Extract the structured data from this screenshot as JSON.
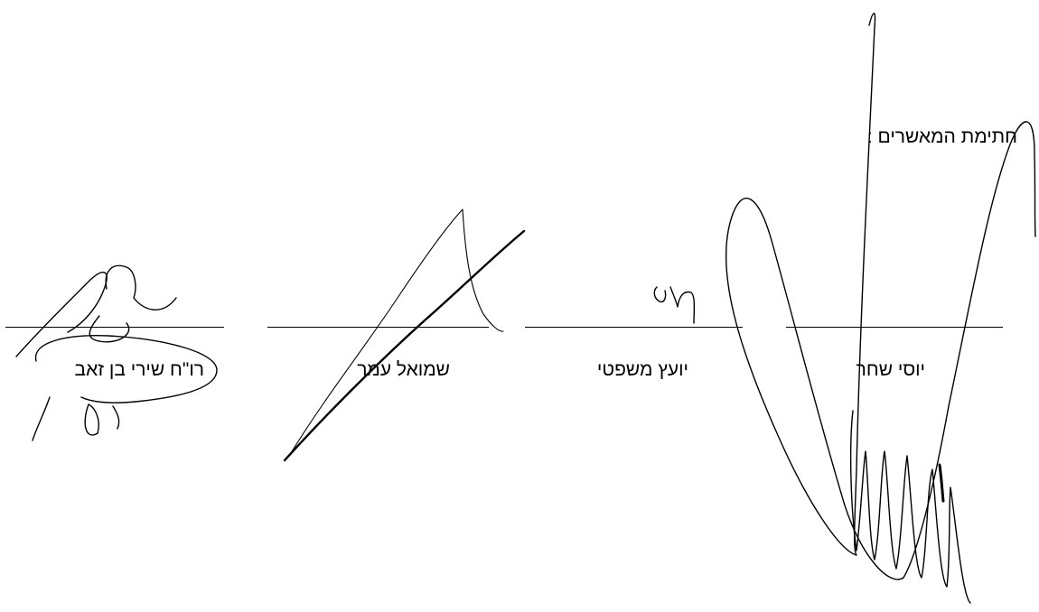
{
  "header": {
    "title": "חתימת המאשרים :"
  },
  "signatories": [
    {
      "name": "יוסי שחר"
    },
    {
      "name": "יועץ משפטי"
    },
    {
      "name": "שמואל עמר"
    },
    {
      "name": "רו\"ח שירי בן זאב"
    }
  ],
  "colors": {
    "ink": "#000000",
    "paper": "#ffffff"
  }
}
